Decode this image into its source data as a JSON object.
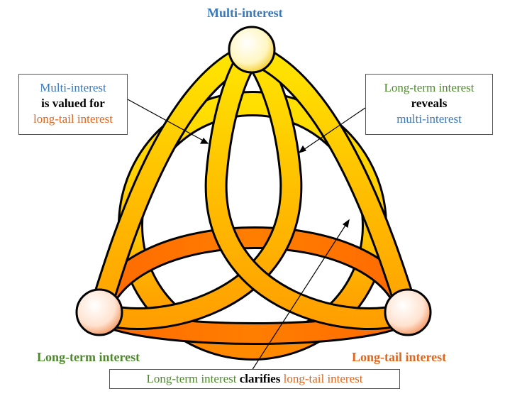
{
  "colors": {
    "multi_interest": "#3b78b9",
    "long_term_interest": "#4e8a2c",
    "long_tail_interest": "#e0661d",
    "outline": "#000000",
    "ring_yellow": "#ffd400",
    "ring_orange": "#ff7a00"
  },
  "vertices": {
    "top": "Multi-interest",
    "bottom_left": "Long-term interest",
    "bottom_right": "Long-tail interest"
  },
  "notes": {
    "left": {
      "line1": "Multi-interest",
      "line2": "is valued for",
      "line3": "long-tail interest"
    },
    "right": {
      "line1": "Long-term interest",
      "line2": "reveals",
      "line3": "multi-interest"
    },
    "bottom": {
      "part1": "Long-term interest",
      "part2": "clarifies",
      "part3": "long-tail interest"
    }
  }
}
